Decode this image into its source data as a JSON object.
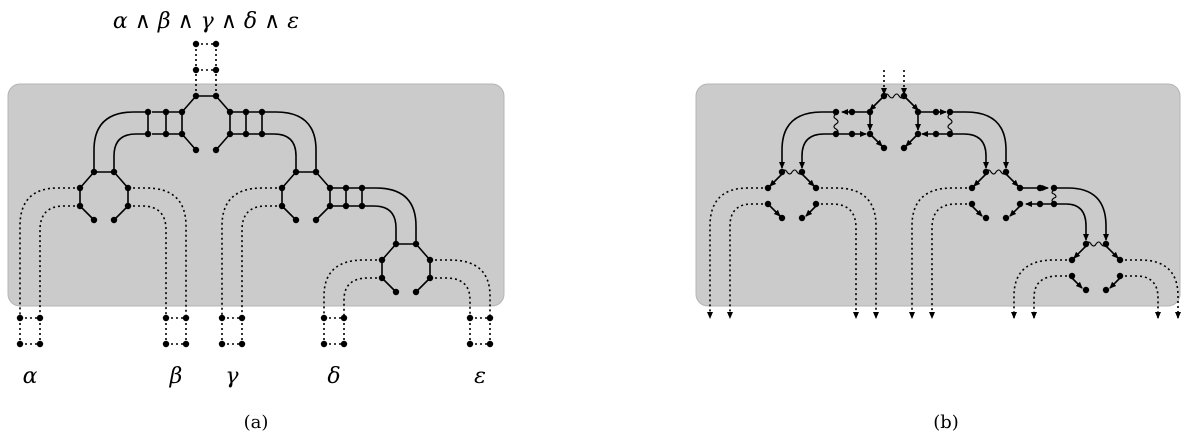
{
  "panel_a": {
    "caption": "(a)",
    "top_label": "α ∧ β ∧ γ ∧ δ ∧ ε",
    "input_labels": [
      "α",
      "β",
      "γ",
      "δ",
      "ε"
    ]
  },
  "panel_b": {
    "caption": "(b)"
  },
  "colors": {
    "box_fill": "#cbcbcb",
    "box_stroke": "#b4b4b4",
    "ink": "#000000"
  }
}
